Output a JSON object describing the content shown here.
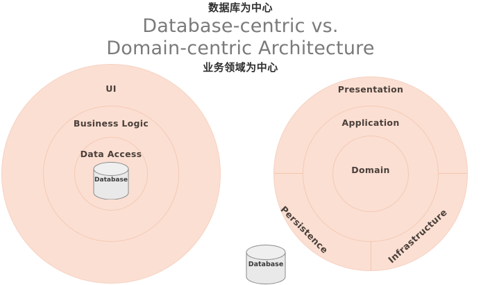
{
  "header": {
    "cn_top": "数据库为中心",
    "title_line1": "Database-centric vs.",
    "title_line2": "Domain-centric Architecture",
    "cn_bottom": "业务领域为中心"
  },
  "colors": {
    "fill": "#fbdfd2",
    "ring_stroke": "#f4c9b4",
    "label_text": "#4a3f3a",
    "title_text": "#7a7a7a",
    "cn_text": "#2d2d2d",
    "db_fill": "#e8e8e8",
    "db_stroke": "#8a8a8a",
    "background": "#ffffff"
  },
  "left_diagram": {
    "name": "database-centric-architecture",
    "layers": [
      {
        "label": "UI"
      },
      {
        "label": "Business Logic"
      },
      {
        "label": "Data Access"
      }
    ],
    "database": {
      "label": "Database"
    }
  },
  "right_diagram": {
    "name": "domain-centric-architecture",
    "layers": [
      {
        "label": "Presentation"
      },
      {
        "label": "Application"
      },
      {
        "label": "Domain"
      }
    ],
    "outer_sectors": [
      {
        "label": "Persistence"
      },
      {
        "label": "Infrastructure"
      }
    ]
  },
  "bottom_database": {
    "label": "Database"
  }
}
